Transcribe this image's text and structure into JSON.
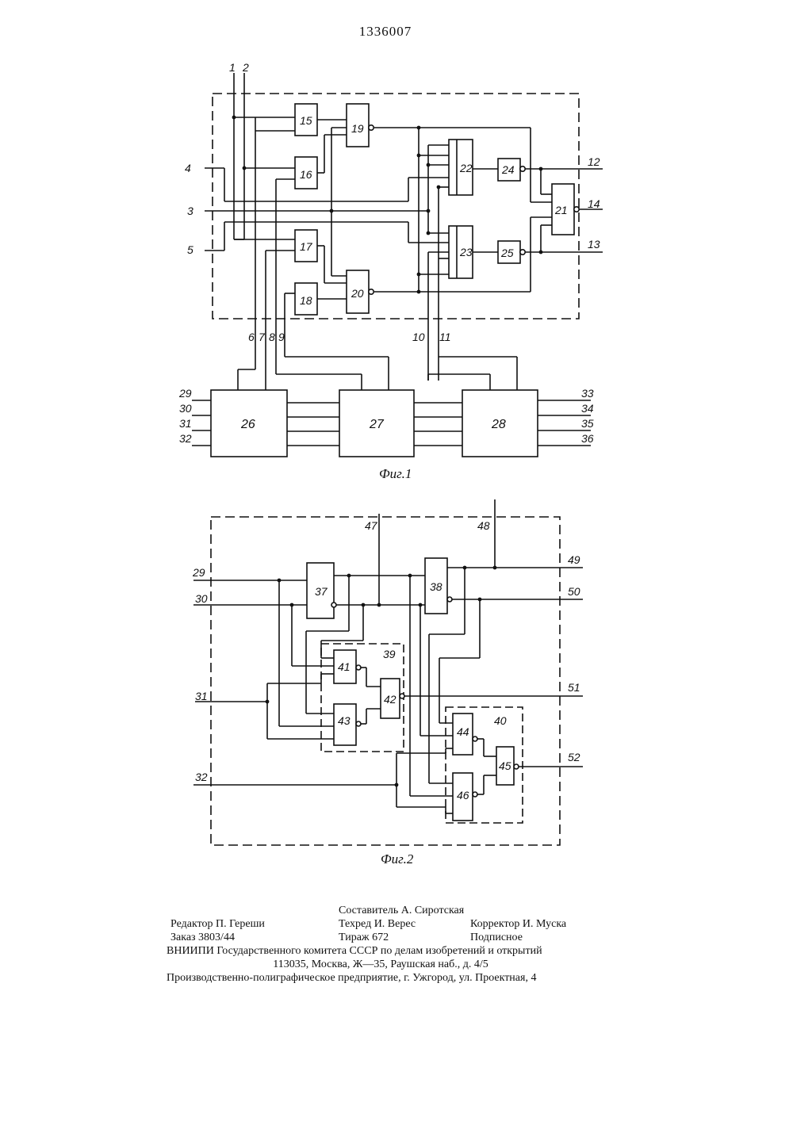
{
  "document_number": "1336007",
  "figures": {
    "fig1": {
      "caption": "Фиг.1",
      "blocks": [
        "15",
        "16",
        "17",
        "18",
        "19",
        "20",
        "21",
        "22",
        "23",
        "24",
        "25",
        "26",
        "27",
        "28"
      ],
      "terminals": [
        "1",
        "2",
        "3",
        "4",
        "5",
        "6",
        "7",
        "8",
        "9",
        "10",
        "11",
        "12",
        "13",
        "14",
        "29",
        "30",
        "31",
        "32",
        "33",
        "34",
        "35",
        "36"
      ]
    },
    "fig2": {
      "caption": "Фиг.2",
      "blocks": [
        "37",
        "38",
        "41",
        "42",
        "43",
        "44",
        "45",
        "46"
      ],
      "groups": [
        "39",
        "40"
      ],
      "terminals": [
        "29",
        "30",
        "31",
        "32",
        "47",
        "48",
        "49",
        "50",
        "51",
        "52"
      ]
    }
  },
  "colophon": {
    "composer": "Составитель А. Сиротская",
    "editor": "Редактор П. Гереши",
    "tech_editor": "Техред И. Верес",
    "proofreader": "Корректор И. Муска",
    "order": "Заказ 3803/44",
    "circulation": "Тираж 672",
    "subscription": "Подписное",
    "org_line": "ВНИИПИ Государственного комитета СССР по делам изобретений и открытий",
    "address_line": "113035, Москва, Ж—35, Раушская наб., д. 4/5",
    "printer_line": "Производственно-полиграфическое предприятие, г. Ужгород, ул. Проектная, 4"
  }
}
